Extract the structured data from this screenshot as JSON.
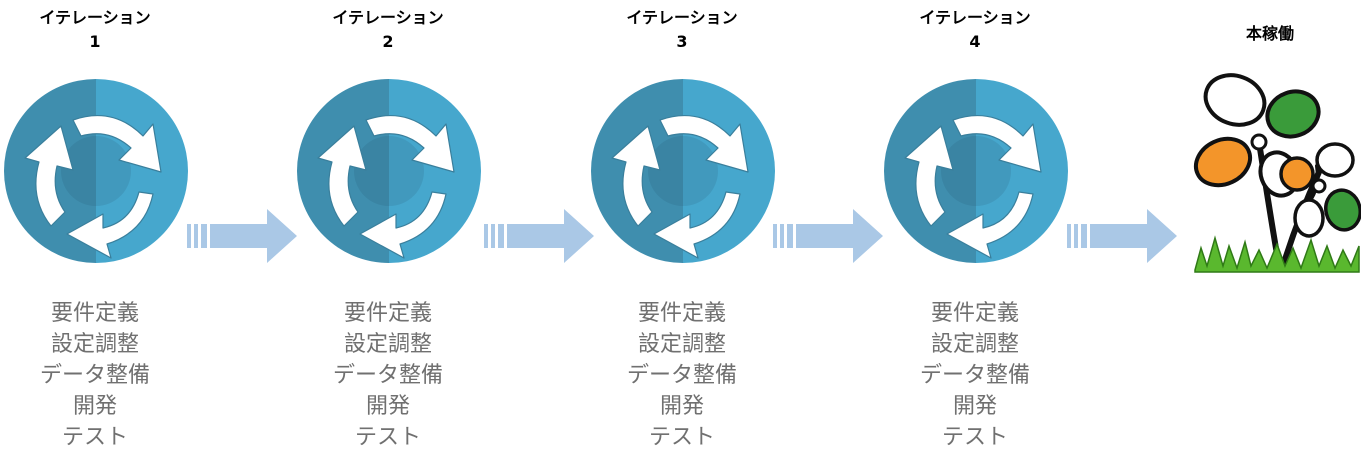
{
  "iterations": [
    {
      "title": "イテレーション",
      "number": "1",
      "tasks": [
        "要件定義",
        "設定調整",
        "データ整備",
        "開発",
        "テスト"
      ]
    },
    {
      "title": "イテレーション",
      "number": "2",
      "tasks": [
        "要件定義",
        "設定調整",
        "データ整備",
        "開発",
        "テスト"
      ]
    },
    {
      "title": "イテレーション",
      "number": "3",
      "tasks": [
        "要件定義",
        "設定調整",
        "データ整備",
        "開発",
        "テスト"
      ]
    },
    {
      "title": "イテレーション",
      "number": "4",
      "tasks": [
        "要件定義",
        "設定調整",
        "データ整備",
        "開発",
        "テスト"
      ]
    }
  ],
  "final": {
    "title": "本稼働"
  },
  "icons": {
    "cycle": "refresh-cycle-icon",
    "arrow": "right-arrow",
    "final": "flower-icon"
  },
  "colors": {
    "cycle_dark": "#3f8eae",
    "cycle_light": "#46a7cd",
    "arrow_fill": "#aac8e6",
    "task_text": "#707070",
    "flower_orange": "#f3952a",
    "flower_green": "#3a9b3a",
    "grass": "#5ab82e"
  }
}
